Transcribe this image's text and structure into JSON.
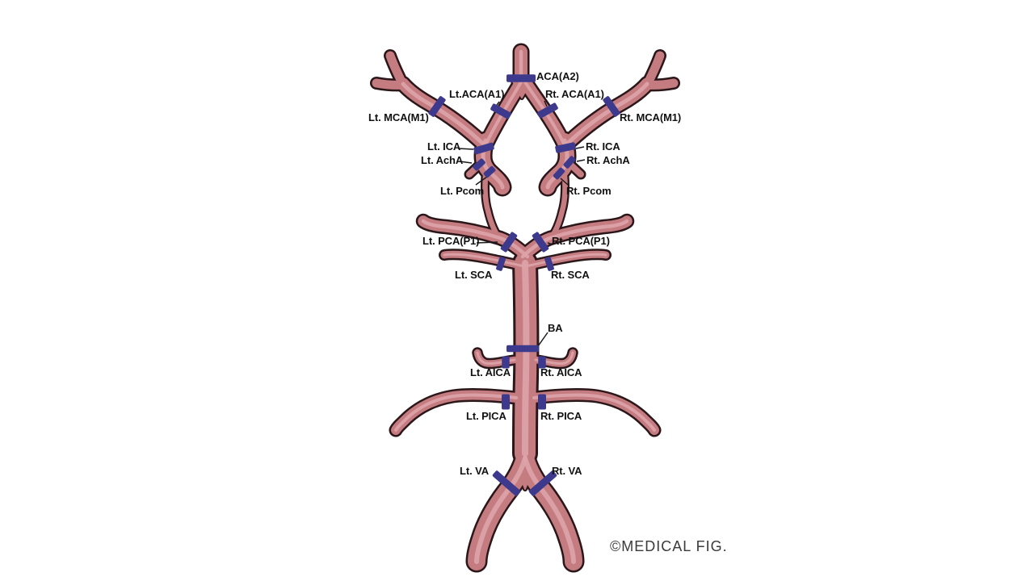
{
  "colors": {
    "background": "#ffffff",
    "vessel-fill": "#c57c80",
    "vessel-outline": "#2b1619",
    "vessel-highlight": "#dca4a8",
    "marker": "#3d3a8e",
    "label-text": "#111111",
    "leader-line": "#1a1a1a",
    "copyright-text": "#3a3a3a"
  },
  "labels": {
    "aca_a2": "ACA(A2)",
    "lt_aca_a1": "Lt.ACA(A1)",
    "rt_aca_a1": "Rt. ACA(A1)",
    "lt_mca_m1": "Lt. MCA(M1)",
    "rt_mca_m1": "Rt. MCA(M1)",
    "lt_ica": "Lt. ICA",
    "rt_ica": "Rt. ICA",
    "lt_acha": "Lt. AchA",
    "rt_acha": "Rt. AchA",
    "lt_pcom": "Lt. Pcom",
    "rt_pcom": "Rt. Pcom",
    "lt_pca_p1": "Lt. PCA(P1)",
    "rt_pca_p1": "Rt. PCA(P1)",
    "lt_sca": "Lt. SCA",
    "rt_sca": "Rt. SCA",
    "ba": "BA",
    "lt_aica": "Lt. AICA",
    "rt_aica": "Rt. AICA",
    "lt_pica": "Lt. PICA",
    "rt_pica": "Rt. PICA",
    "lt_va": "Lt. VA",
    "rt_va": "Rt. VA"
  },
  "copyright": {
    "text": "©MEDICAL FIG."
  }
}
